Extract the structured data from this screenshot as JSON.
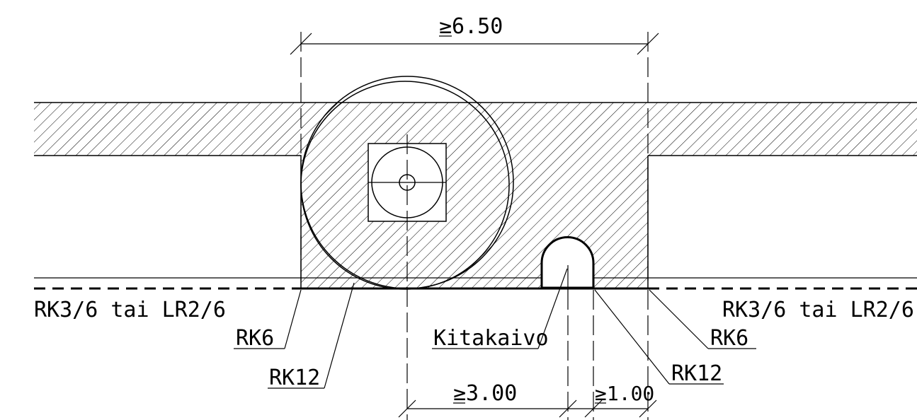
{
  "dimensions": {
    "total_width": "≥6.50",
    "center_to_well": "≥3.00",
    "well_clearance": "≥1.00"
  },
  "labels": {
    "left_zone": "RK3/6 tai LR2/6",
    "right_zone": "RK3/6 tai LR2/6",
    "left_rk6": "RK6",
    "left_rk12": "RK12",
    "kitakaivo": "Kitakaivo",
    "right_rk6": "RK6",
    "right_rk12": "RK12"
  }
}
